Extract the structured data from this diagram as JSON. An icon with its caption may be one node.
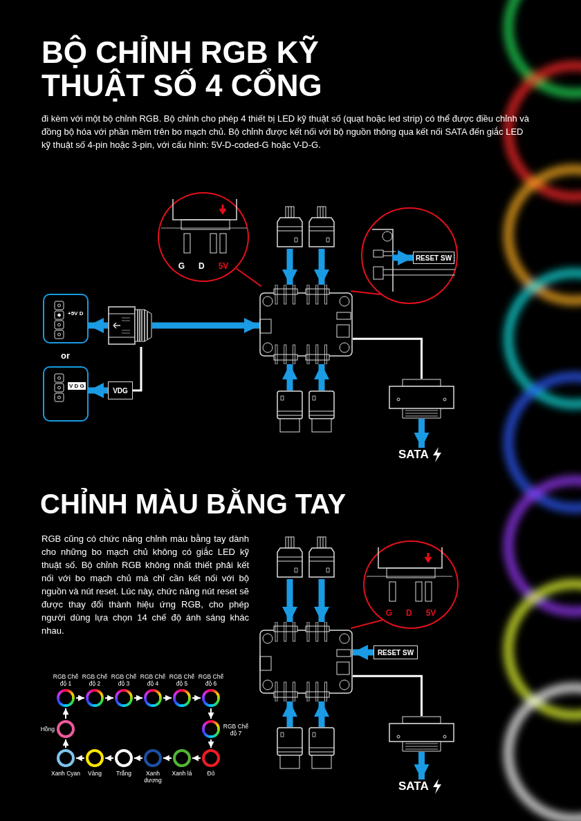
{
  "diagram": {
    "title": "BỘ CHỈNH RGB KỸ THUẬT SỐ 4 CỔNG",
    "nodes": [
      {
        "text": [
          "+5V D"
        ]
      },
      {
        "text": [
          "V D G"
        ]
      },
      {
        "text": [
          "VDG"
        ]
      },
      {
        "text": [],
        "shape": "picture"
      },
      {
        "text": [],
        "shape": "picture"
      },
      {
        "text": [],
        "shape": "picture"
      },
      {
        "text": [],
        "shape": "picture"
      },
      {
        "text": [],
        "shape": "picture"
      },
      {
        "text": [],
        "shape": "picture"
      },
      {
        "text": [
          "G",
          "D",
          "5V"
        ]
      },
      {
        "text": [],
        "shape": "circle"
      },
      {
        "text": [
          "RESET SW"
        ],
        "in": 10
      },
      {
        "text": [],
        "shape": "picture"
      },
      {
        "text": [
          "SATA"
        ]
      },
      {
        "text": [],
        "shape": "picture"
      },
      {
        "text": [],
        "shape": "picture"
      },
      {
        "text": [],
        "shape": "picture"
      },
      {
        "text": [],
        "shape": "picture"
      },
      {
        "text": [],
        "shape": "picture"
      },
      {
        "text": [
          "G",
          "D",
          "5V"
        ]
      },
      {
        "text": [
          "RESET SW"
        ]
      },
      {
        "text": [],
        "shape": "picture"
      },
      {
        "text": [
          "SATA"
        ]
      },
      {
        "text": [],
        "shape": "circle",
        "beside": [
          "RGB Chế độ 1"
        ]
      },
      {
        "text": [],
        "shape": "circle",
        "beside": [
          "RGB Chế độ 2"
        ]
      },
      {
        "text": [],
        "shape": "circle",
        "beside": [
          "RGB Chế độ 3"
        ]
      },
      {
        "text": [],
        "shape": "circle",
        "beside": [
          "RGB Chế độ 4"
        ]
      },
      {
        "text": [],
        "shape": "circle",
        "beside": [
          "RGB Chế độ 5"
        ]
      },
      {
        "text": [],
        "shape": "circle",
        "beside": [
          "RGB Chế độ 6"
        ]
      },
      {
        "text": [],
        "shape": "circle",
        "beside": [
          "RGB Chế độ 7"
        ]
      },
      {
        "text": [],
        "shape": "circle",
        "beside": [
          "Đỏ"
        ]
      },
      {
        "text": [],
        "shape": "circle",
        "beside": [
          "Xanh lá"
        ]
      },
      {
        "text": [],
        "shape": "circle",
        "beside": [
          "Xanh dương"
        ]
      },
      {
        "text": [],
        "shape": "circle",
        "beside": [
          "Trắng"
        ]
      },
      {
        "text": [],
        "shape": "circle",
        "beside": [
          "Vàng"
        ]
      },
      {
        "text": [],
        "shape": "circle",
        "beside": [
          "Xanh Cyan"
        ]
      },
      {
        "text": [],
        "shape": "circle",
        "beside": [
          "Hồng"
        ]
      }
    ],
    "edges": [
      {
        "from": 3,
        "to": 0,
        "arrow": "to",
        "style": "thick",
        "color": "#1a9be3"
      },
      {
        "from": 2,
        "to": 1,
        "arrow": "to",
        "style": "thick",
        "color": "#1a9be3"
      },
      {
        "from": 3,
        "to": 2,
        "arrow": "none"
      },
      {
        "from": 3,
        "to": 4,
        "arrow": "to",
        "style": "thick",
        "color": "#1a9be3"
      },
      {
        "from": 5,
        "to": 4,
        "arrow": "to",
        "style": "thick",
        "color": "#1a9be3"
      },
      {
        "from": 6,
        "to": 4,
        "arrow": "to",
        "style": "thick",
        "color": "#1a9be3"
      },
      {
        "from": 7,
        "to": 4,
        "arrow": "to",
        "style": "thick",
        "color": "#1a9be3"
      },
      {
        "from": 8,
        "to": 4,
        "arrow": "to",
        "style": "thick",
        "color": "#1a9be3"
      },
      {
        "from": 9,
        "to": 4,
        "arrow": "none",
        "color": "#e3101b"
      },
      {
        "from": 10,
        "to": 4,
        "arrow": "none",
        "color": "#e3101b"
      },
      {
        "from": null,
        "to": 11,
        "arrow": "to",
        "style": "thick",
        "color": "#1a9be3"
      },
      {
        "from": 4,
        "to": 12,
        "arrow": "none"
      },
      {
        "from": 12,
        "to": 13,
        "arrow": "to",
        "style": "thick",
        "color": "#1a9be3"
      },
      {
        "from": 14,
        "to": 16,
        "arrow": "to",
        "style": "thick",
        "color": "#1a9be3"
      },
      {
        "from": 15,
        "to": 16,
        "arrow": "to",
        "style": "thick",
        "color": "#1a9be3"
      },
      {
        "from": 17,
        "to": 16,
        "arrow": "to",
        "style": "thick",
        "color": "#1a9be3"
      },
      {
        "from": 18,
        "to": 16,
        "arrow": "to",
        "style": "thick",
        "color": "#1a9be3"
      },
      {
        "from": 19,
        "to": 16,
        "arrow": "none",
        "color": "#e3101b"
      },
      {
        "from": 20,
        "to": 16,
        "arrow": "to",
        "style": "thick",
        "color": "#1a9be3"
      },
      {
        "from": 16,
        "to": 21,
        "arrow": "none"
      },
      {
        "from": 21,
        "to": 22,
        "arrow": "to",
        "style": "thick",
        "color": "#1a9be3"
      },
      {
        "from": 23,
        "to": 24,
        "arrow": "to"
      },
      {
        "from": 24,
        "to": 25,
        "arrow": "to"
      },
      {
        "from": 25,
        "to": 26,
        "arrow": "to"
      },
      {
        "from": 26,
        "to": 27,
        "arrow": "to"
      },
      {
        "from": 27,
        "to": 28,
        "arrow": "to"
      },
      {
        "from": 28,
        "to": 29,
        "arrow": "to"
      },
      {
        "from": 29,
        "to": 30,
        "arrow": "to"
      },
      {
        "from": 30,
        "to": 31,
        "arrow": "to"
      },
      {
        "from": 31,
        "to": 32,
        "arrow": "to"
      },
      {
        "from": 32,
        "to": 33,
        "arrow": "to"
      },
      {
        "from": 33,
        "to": 34,
        "arrow": "to"
      },
      {
        "from": 34,
        "to": 35,
        "arrow": "to"
      },
      {
        "from": 35,
        "to": 36,
        "arrow": "to"
      },
      {
        "from": 36,
        "to": 23,
        "arrow": "to"
      }
    ],
    "labels": [
      "đi kèm với một bộ chỉnh RGB. Bộ chỉnh cho phép 4 thiết bị LED kỹ thuật số (quạt hoặc led strip) có thể được điều chỉnh và đồng bộ hóa với phần mềm trên bo mạch chủ. Bộ chỉnh được kết nối với bộ nguồn thông qua kết nối SATA đến giắc LED kỹ thuật số 4-pin hoặc 3-pin, với cấu hình: 5V-D-coded-G hoặc V-D-G.",
      "or",
      "CHỈNH MÀU BẰNG TAY",
      "RGB cũng có chức năng chỉnh màu bằng tay dành cho những bo mạch chủ không có giắc LED kỹ thuật số. Bộ chỉnh RGB không nhất thiết phải kết nối với bo mạch chủ mà chỉ cần kết nối với bộ nguồn và nút reset. Lúc này, chức năng nút reset sẽ được thay đổi thành hiệu ứng RGB, cho phép người dùng lựa chọn 14 chế độ ánh sáng khác nhau."
    ]
  }
}
